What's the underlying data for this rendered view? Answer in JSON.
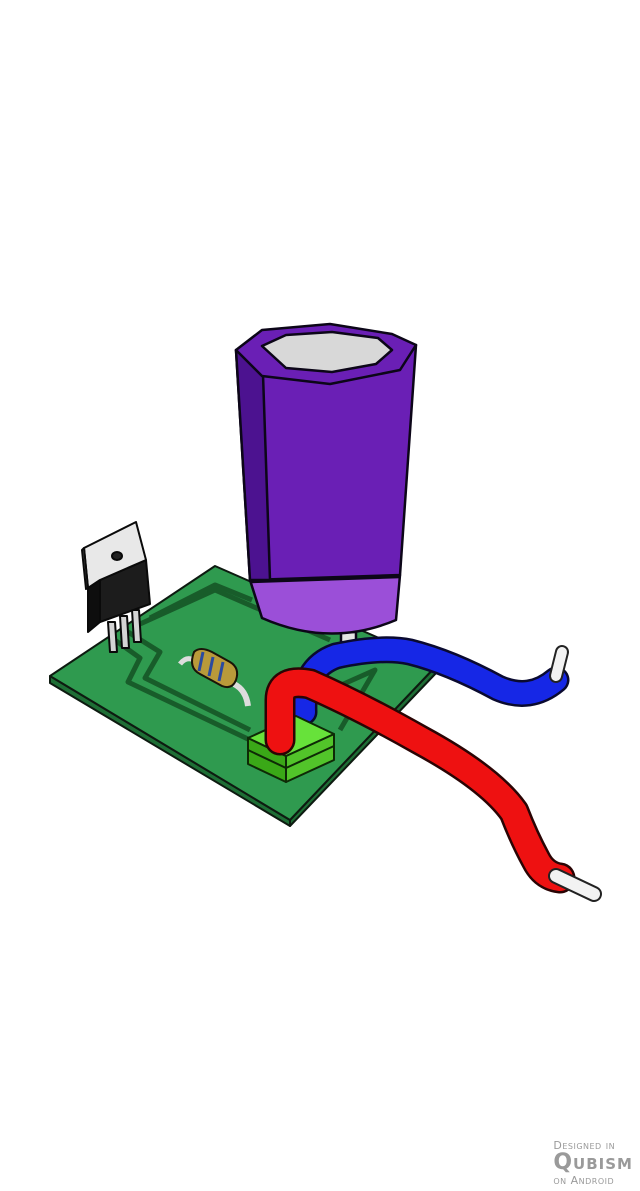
{
  "watermark": {
    "line1": "Designed in",
    "line2": "Qubism",
    "line3": "on Android"
  },
  "model": {
    "parts": [
      "circuit-board",
      "capacitor",
      "transistor",
      "resistor",
      "connector-block",
      "red-wire",
      "blue-wire"
    ],
    "colors": {
      "background": "#ffffff",
      "board": "#2f9a4f",
      "board_side": "#1e6e35",
      "trace": "#185c2a",
      "capacitor_body": "#6a1fb5",
      "capacitor_body_dark": "#4c1290",
      "capacitor_band": "#9b4fd8",
      "capacitor_top": "#d8d8d8",
      "transistor_body": "#1c1c1c",
      "transistor_tab": "#e8e8e8",
      "resistor_body": "#b99a3a",
      "connector": "#67e23a",
      "connector_dark": "#3aa817",
      "red_wire": "#ee1111",
      "blue_wire": "#1627e6",
      "wire_tip": "#f2f2f2"
    }
  }
}
